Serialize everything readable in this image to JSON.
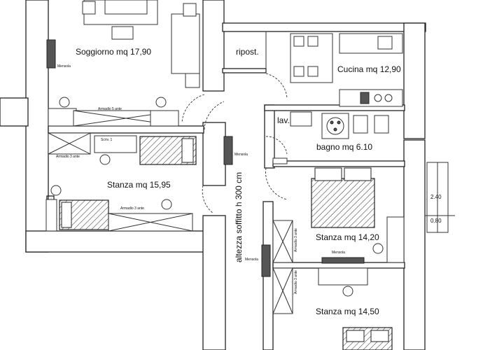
{
  "rooms": {
    "soggiorno": "Soggiorno  mq 17,90",
    "ripost": "ripost.",
    "cucina": "Cucina mq 12,90",
    "lav": "lav.",
    "bagno": "bagno mq 6.10",
    "stanza1": "Stanza mq 15,95",
    "stanza2": "Stanza mq 14,20",
    "stanza3": "Stanza mq 14,50"
  },
  "annotations": {
    "ceiling": "altezza soffitto h 300 cm",
    "dim1": "2.40",
    "dim2": "0.80"
  },
  "furniture_labels": {
    "mensola_top": "Mensola",
    "armadio5": "Armadio 5 ante",
    "mensola_mid": "Mensola",
    "armadio3_left": "Armadio 3 ante",
    "scriv": "Scriv. 1",
    "armadio3_bottom": "Armadio 3 ante",
    "armadio3_right": "Armadio 3 ante",
    "mensola_r1": "Mensola",
    "mensola_r2": "Mensola",
    "armadio3_r2": "Armadio 3 ante"
  }
}
